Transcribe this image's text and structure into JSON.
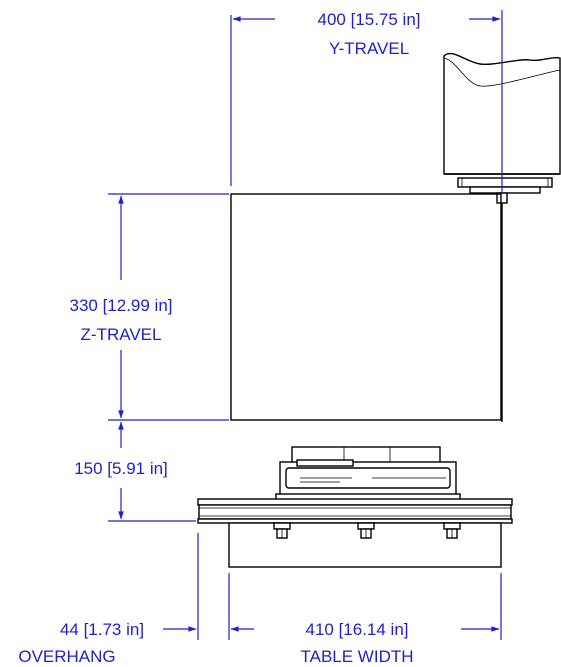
{
  "colors": {
    "dimension": "#1f1fcf",
    "outline": "#000000",
    "background": "#ffffff"
  },
  "dimensions": {
    "y_travel": {
      "value": "400 [15.75 in]",
      "label": "Y-TRAVEL"
    },
    "z_travel": {
      "value": "330 [12.99 in]",
      "label": "Z-TRAVEL"
    },
    "clearance": {
      "value": "150 [5.91 in]"
    },
    "overhang": {
      "value": "44 [1.73 in]",
      "label": "OVERHANG"
    },
    "table_width": {
      "value": "410 [16.14 in]",
      "label": "TABLE WIDTH"
    }
  }
}
